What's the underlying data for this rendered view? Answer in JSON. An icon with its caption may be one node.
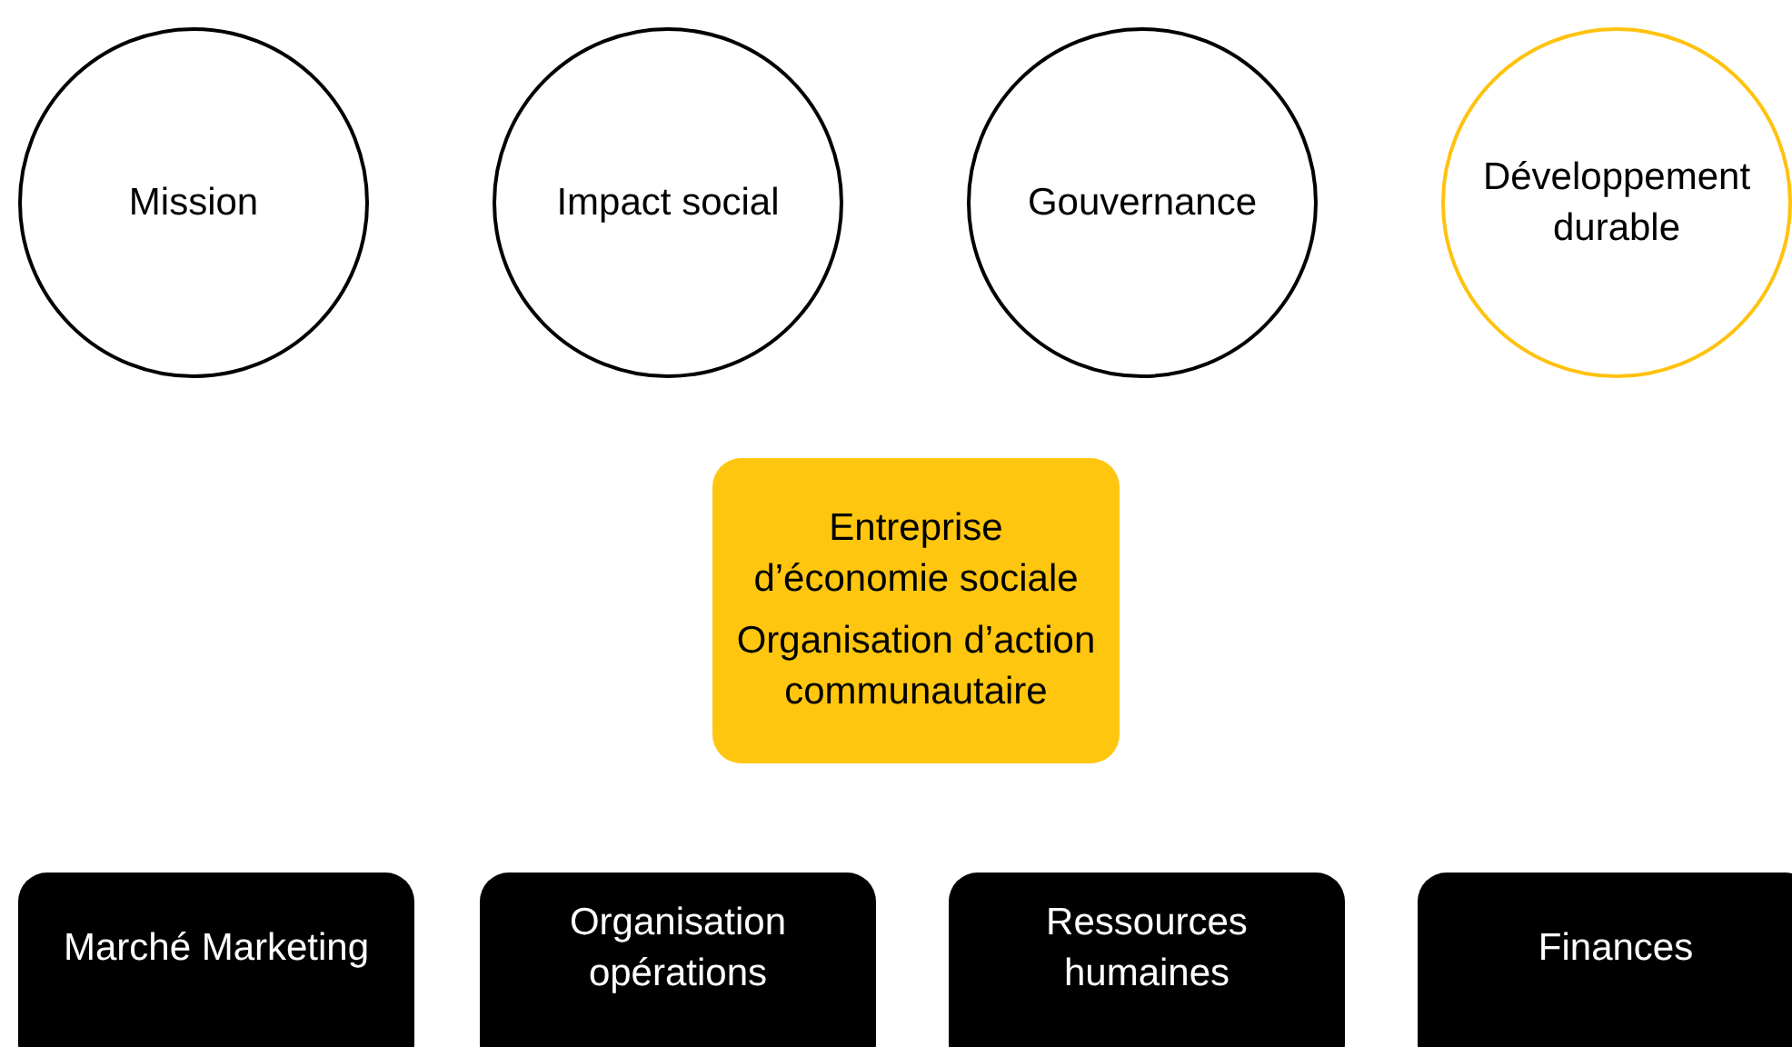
{
  "diagram": {
    "nodes": [
      {
        "text": [
          "Mission"
        ]
      },
      {
        "text": [
          "Impact social"
        ]
      },
      {
        "text": [
          "Gouvernance"
        ]
      },
      {
        "text": [
          "Développement durable"
        ]
      },
      {
        "text": [
          "Entreprise d’économie sociale",
          "Organisation d’action communautaire"
        ]
      },
      {
        "text": [
          "Marché Marketing"
        ]
      },
      {
        "text": [
          "Organisation opérations"
        ]
      },
      {
        "text": [
          "Ressources humaines"
        ]
      },
      {
        "text": [
          "Finances"
        ]
      }
    ]
  }
}
